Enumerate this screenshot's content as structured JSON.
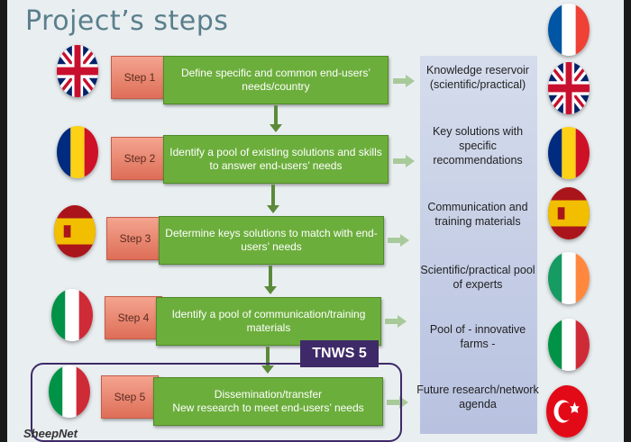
{
  "title": "Project’s steps",
  "steps": [
    {
      "label": "Step 1",
      "task": "Define specific and common end-users’ needs/country"
    },
    {
      "label": "Step 2",
      "task": "Identify a pool of existing solutions and skills to answer end-users’ needs"
    },
    {
      "label": "Step 3",
      "task": "Determine keys solutions to match with end-users’ needs"
    },
    {
      "label": "Step 4",
      "task": "Identify a pool of communication/training materials"
    },
    {
      "label": "Step 5",
      "task": "Dissemination/transfer\nNew research to meet end-users’ needs"
    }
  ],
  "outputs": [
    "Knowledge reservoir (scientific/practical)",
    "Key solutions with specific recommendations",
    "Communication and training materials",
    "Scientific/practical pool of experts",
    "Pool of - innovative farms -",
    "Future research/network agenda"
  ],
  "tnws_label": "TNWS 5",
  "logo_text": "SheepNet",
  "left_flags": [
    "uk-flag-icon",
    "romania-flag-icon",
    "spain-flag-icon",
    "italy-flag-icon",
    "italy-flag-icon"
  ],
  "right_flags": [
    "france-flag-icon",
    "uk-flag-icon",
    "romania-flag-icon",
    "spain-flag-icon",
    "ireland-flag-icon",
    "italy-flag-icon",
    "turkey-flag-icon"
  ],
  "colors": {
    "step_box": "#e58a74",
    "task_box": "#6cae3c",
    "output_panel": "#c6cee6",
    "accent": "#3e2a68"
  }
}
